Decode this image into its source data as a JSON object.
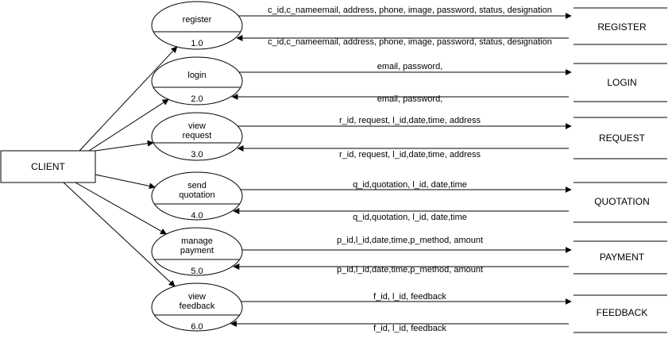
{
  "client": {
    "label": "CLIENT"
  },
  "processes": [
    {
      "name_lines": [
        "register"
      ],
      "number": "1.0",
      "store": "REGISTER",
      "flow_out": "c_id,c_nameemail,  address, phone, image,  password,  status, designation",
      "flow_in": "c_id,c_nameemail,  address, phone, image,  password,  status, designation"
    },
    {
      "name_lines": [
        "login"
      ],
      "number": "2.0",
      "store": "LOGIN",
      "flow_out": "email, password,",
      "flow_in": "email, password,"
    },
    {
      "name_lines": [
        "view",
        "request"
      ],
      "number": "3.0",
      "store": "REQUEST",
      "flow_out": "r_id, request, l_id,date,time, address",
      "flow_in": "r_id, request, l_id,date,time, address"
    },
    {
      "name_lines": [
        "send",
        "quotation"
      ],
      "number": "4.0",
      "store": "QUOTATION",
      "flow_out": "q_id,quotation, l_id,  date,time",
      "flow_in": "q_id,quotation, l_id,  date,time"
    },
    {
      "name_lines": [
        "manage",
        "payment"
      ],
      "number": "5.0",
      "store": "PAYMENT",
      "flow_out": "p_id,l_id,date,time,p_method, amount",
      "flow_in": "p_id,l_id,date,time,p_method, amount"
    },
    {
      "name_lines": [
        "view",
        "feedback"
      ],
      "number": "6.0",
      "store": "FEEDBACK",
      "flow_out": "f_id, l_id,  feedback",
      "flow_in": "f_id, l_id,  feedback"
    }
  ]
}
